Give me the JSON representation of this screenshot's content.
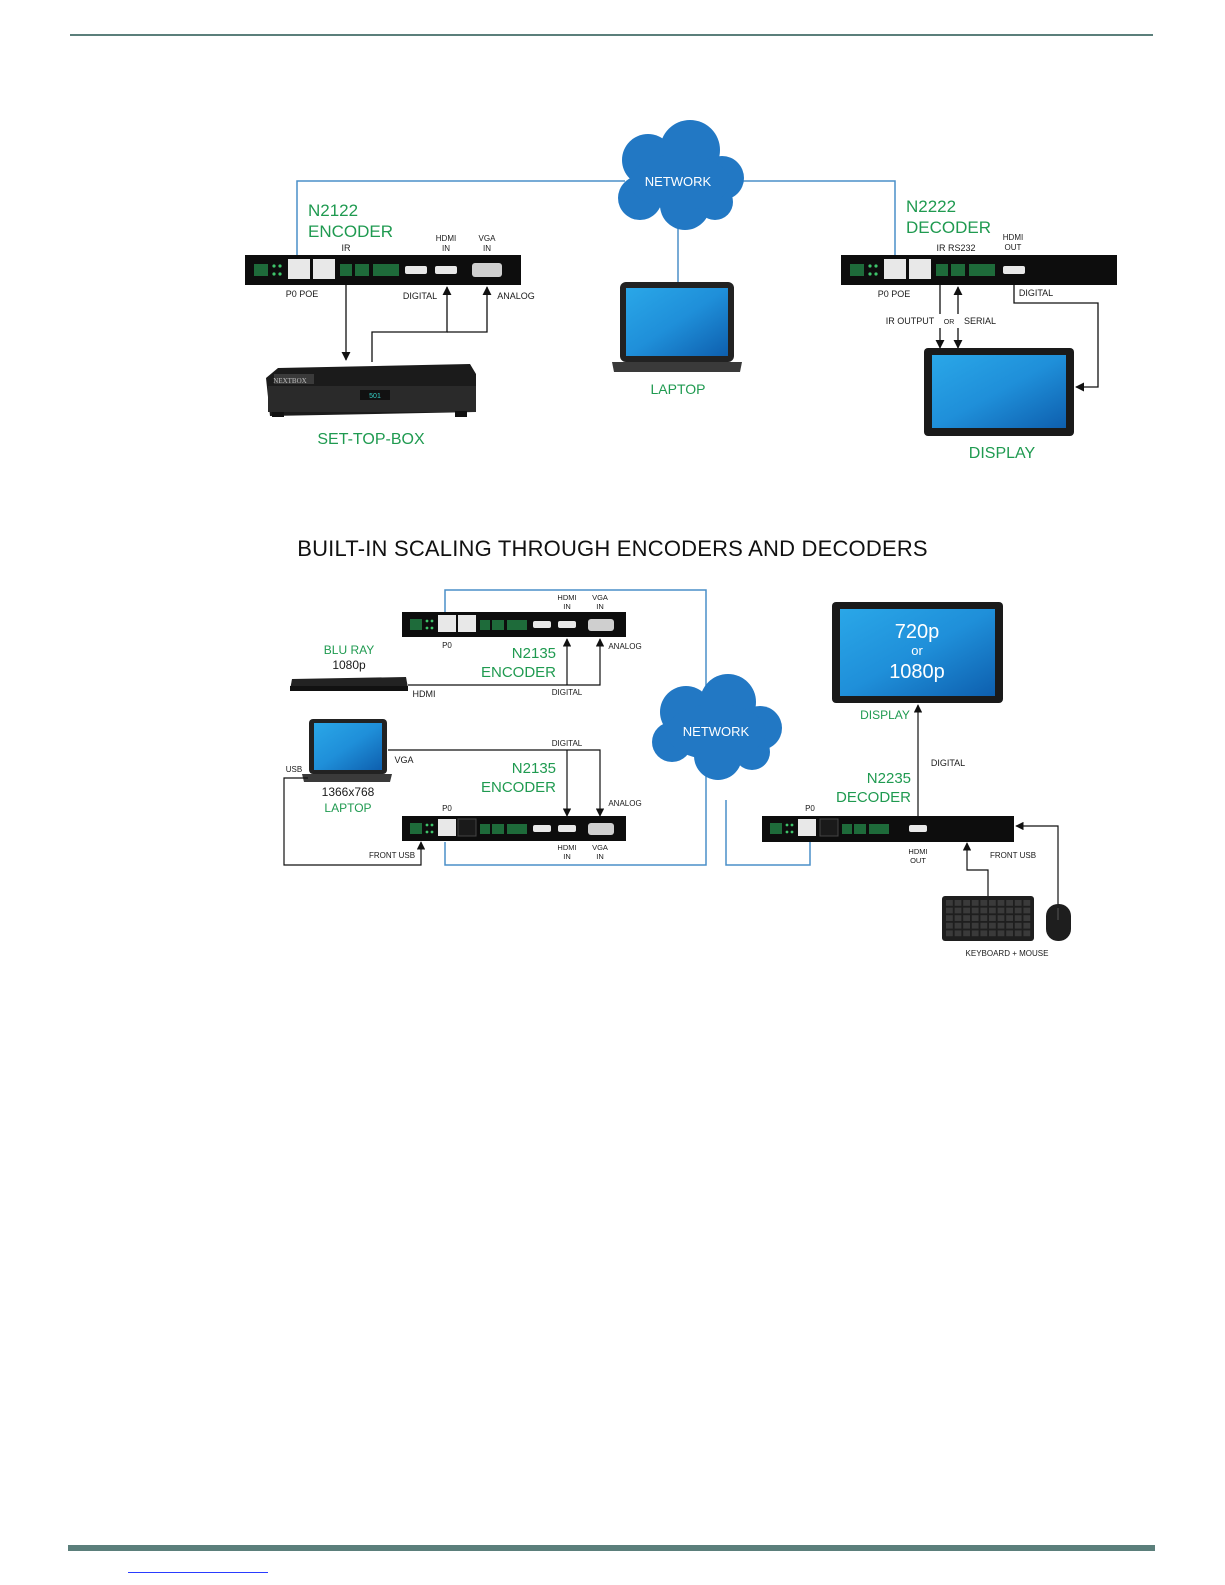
{
  "colors": {
    "accent_green": "#1f9a50",
    "network_blue": "#2278c4",
    "rule": "#5b7f7b"
  },
  "diagram1": {
    "network": "NETWORK",
    "encoder": {
      "model": "N2122",
      "role": "ENCODER",
      "ir": "IR",
      "hdmi_in_1": "HDMI",
      "hdmi_in_2": "IN",
      "vga_in_1": "VGA",
      "vga_in_2": "IN",
      "poe": "P0 POE",
      "digital": "DIGITAL",
      "analog": "ANALOG"
    },
    "decoder": {
      "model": "N2222",
      "role": "DECODER",
      "ir_rs232": "IR  RS232",
      "hdmi_out_1": "HDMI",
      "hdmi_out_2": "OUT",
      "poe": "P0 POE",
      "digital": "DIGITAL",
      "ir_output": "IR OUTPUT",
      "or": "OR",
      "serial": "SERIAL"
    },
    "stb_brand": "NEXTBOX",
    "stb_display": "501",
    "set_top_box": "SET-TOP-BOX",
    "laptop": "LAPTOP",
    "display": "DISPLAY"
  },
  "diagram2": {
    "title": "BUILT-IN SCALING THROUGH ENCODERS AND DECODERS",
    "network": "NETWORK",
    "enc_top": {
      "hdmi_1": "HDMI",
      "hdmi_2": "IN",
      "vga_1": "VGA",
      "vga_2": "IN",
      "p0": "P0",
      "model": "N2135",
      "role": "ENCODER",
      "analog": "ANALOG",
      "digital": "DIGITAL"
    },
    "bluray": {
      "name": "BLU RAY",
      "res": "1080p",
      "hdmi": "HDMI"
    },
    "laptop": {
      "vga": "VGA",
      "usb": "USB",
      "res": "1366x768",
      "name": "LAPTOP"
    },
    "enc_bottom": {
      "digital": "DIGITAL",
      "model": "N2135",
      "role": "ENCODER",
      "analog": "ANALOG",
      "p0": "P0",
      "front_usb": "FRONT USB",
      "hdmi_1": "HDMI",
      "hdmi_2": "IN",
      "vga_1": "VGA",
      "vga_2": "IN"
    },
    "display": {
      "line1": "720p",
      "line2": "or",
      "line3": "1080p",
      "name": "DISPLAY"
    },
    "decoder": {
      "digital": "DIGITAL",
      "model": "N2235",
      "role": "DECODER",
      "p0": "P0",
      "hdmi_1": "HDMI",
      "hdmi_2": "OUT",
      "front_usb": "FRONT USB"
    },
    "kbm": "KEYBOARD + MOUSE"
  }
}
